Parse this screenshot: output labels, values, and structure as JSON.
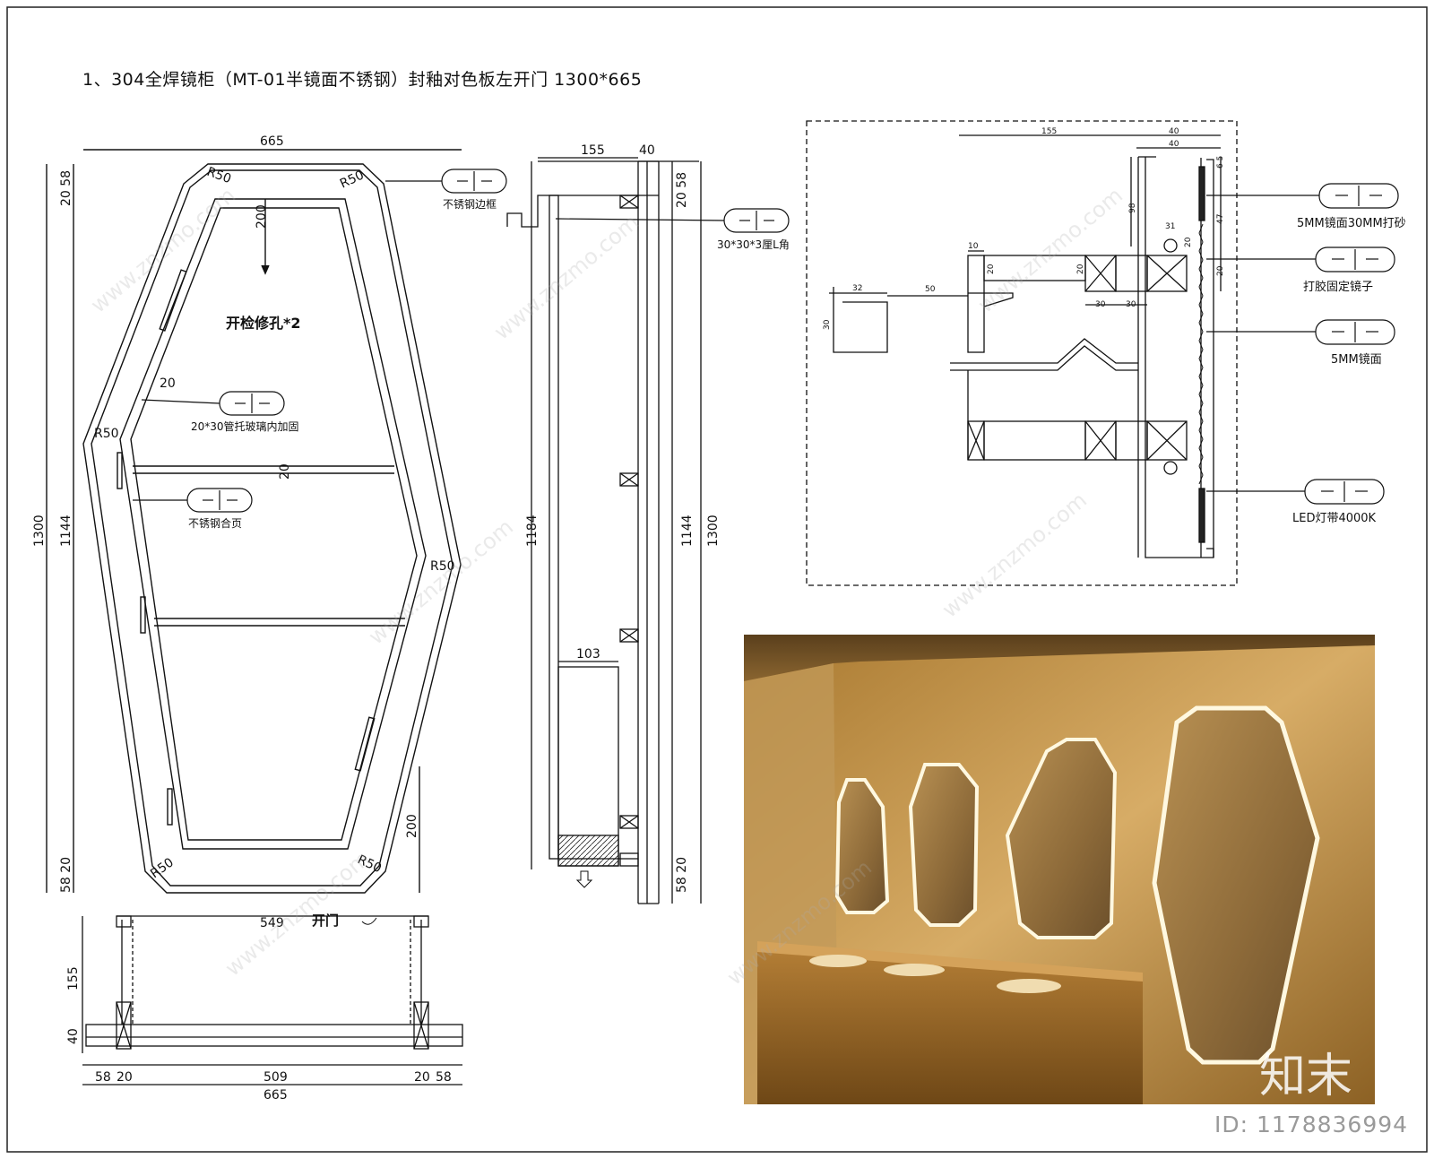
{
  "title": "1、304全焊镜柜（MT-01半镜面不锈钢）封釉对色板左开门   1300*665",
  "front_view": {
    "width": "665",
    "height_total": "1300",
    "height_inner": "1144",
    "dim_top": "20 58",
    "dim_bottom": "58 20",
    "dim_200_top": "200",
    "dim_200_bottom": "200",
    "dim_20": "20",
    "dim_20_shelf": "20",
    "radii": [
      "R50",
      "R50",
      "R50",
      "R50",
      "R50",
      "R50"
    ],
    "access_hole": "开检修孔*2",
    "open_door": "开门",
    "callouts": [
      "不锈钢边框",
      "20*30管托玻璃内加固",
      "不锈钢合页"
    ]
  },
  "side_view": {
    "depth": "155",
    "front_thickness": "40",
    "height_total": "1300",
    "height_inner": "1144",
    "height_1184": "1184",
    "dim_top": "20 58",
    "dim_bottom": "58 20",
    "box_width": "103",
    "callout": "30*30*3厘L角"
  },
  "plan_view": {
    "width_549": "549",
    "depth": "155",
    "front": "40",
    "bottom_dims": [
      "58",
      "20",
      "509",
      "20",
      "58"
    ],
    "total": "665"
  },
  "detail": {
    "dims_top": [
      "155",
      "40",
      "40"
    ],
    "dims": [
      "32",
      "50",
      "30",
      "10",
      "20",
      "20",
      "30",
      "30",
      "31",
      "20",
      "98",
      "47",
      "20",
      "6 5"
    ],
    "callouts": [
      "5MM镜面30MM打砂",
      "打胶固定镜子",
      "5MM镜面",
      "LED灯带4000K"
    ]
  },
  "watermark": {
    "site": "www.znzmo.com",
    "logo": "知末",
    "id": "ID: 1178836994"
  }
}
